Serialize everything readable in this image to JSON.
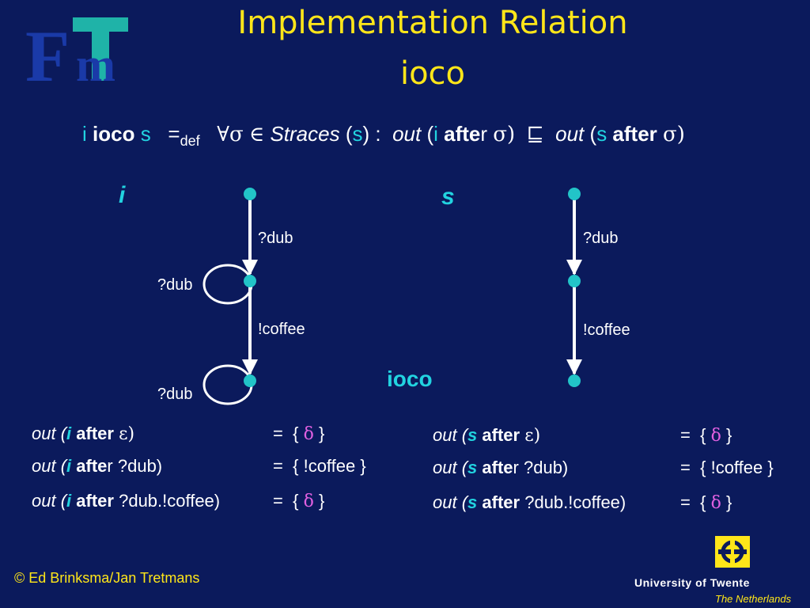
{
  "slide": {
    "title_line1": "Implementation Relation",
    "title_line2": "ioco"
  },
  "definition": {
    "i": "i",
    "ioco": "ioco",
    "s": "s",
    "eq": "=",
    "def": "def",
    "forall": "∀σ",
    "in": "∈",
    "straces": "Straces",
    "open_s": "(",
    "s2": "s",
    "close_colon": ") :",
    "out1": "out",
    "paren_i": "(",
    "i2": "i",
    "after1": "afte",
    "after1_r": "r",
    "sigma1": "σ)",
    "subseteq": "⊑",
    "out2": "out",
    "paren_s": "(",
    "s3": "s",
    "after2": "after",
    "sigma2": "σ)"
  },
  "diagram_i": {
    "name": "i",
    "edge_top": "?dub",
    "self_loop_1": "?dub",
    "edge_mid": "!coffee",
    "self_loop_2": "?dub"
  },
  "diagram_s": {
    "name": "s",
    "edge_top": "?dub",
    "edge_mid": "!coffee"
  },
  "relation_label": "ioco",
  "outs_i": [
    {
      "prefix": "out (",
      "var": "i",
      "after": "after",
      "arg": "ε)",
      "eq": "=",
      "lb": "{",
      "val": "δ",
      "rb": "}"
    },
    {
      "prefix": "out (",
      "var": "i",
      "after": "afte",
      "after_r": "r",
      "arg": "?dub)",
      "eq": "=",
      "lb": "{",
      "val": "!coffee",
      "rb": "}"
    },
    {
      "prefix": "out (",
      "var": "i",
      "after": "after",
      "arg": "?dub.!coffee)",
      "eq": "=",
      "lb": "{",
      "val": "δ",
      "rb": "}"
    }
  ],
  "outs_s": [
    {
      "prefix": "out (",
      "var": "s",
      "after": "after",
      "arg": "ε)",
      "eq": "=",
      "lb": "{",
      "val": "δ",
      "rb": "}"
    },
    {
      "prefix": "out (",
      "var": "s",
      "after": "afte",
      "after_r": "r",
      "arg": "?dub)",
      "eq": "=",
      "lb": "{",
      "val": "!coffee",
      "rb": "}"
    },
    {
      "prefix": "out (",
      "var": "s",
      "after": "after",
      "arg": "?dub.!coffee)",
      "eq": "=",
      "lb": "{",
      "val": "δ",
      "rb": "}"
    }
  ],
  "footer": {
    "copyright": "© Ed Brinksma/Jan Tretmans",
    "university": "University of Twente",
    "country": "The Netherlands"
  },
  "colors": {
    "background": "#0b1a5c",
    "title": "#ffe619",
    "accent": "#22d3e0",
    "delta": "#e060e0"
  },
  "icons": {
    "logo_left": "fmt-logo-icon",
    "logo_right": "university-twente-logo-icon"
  }
}
